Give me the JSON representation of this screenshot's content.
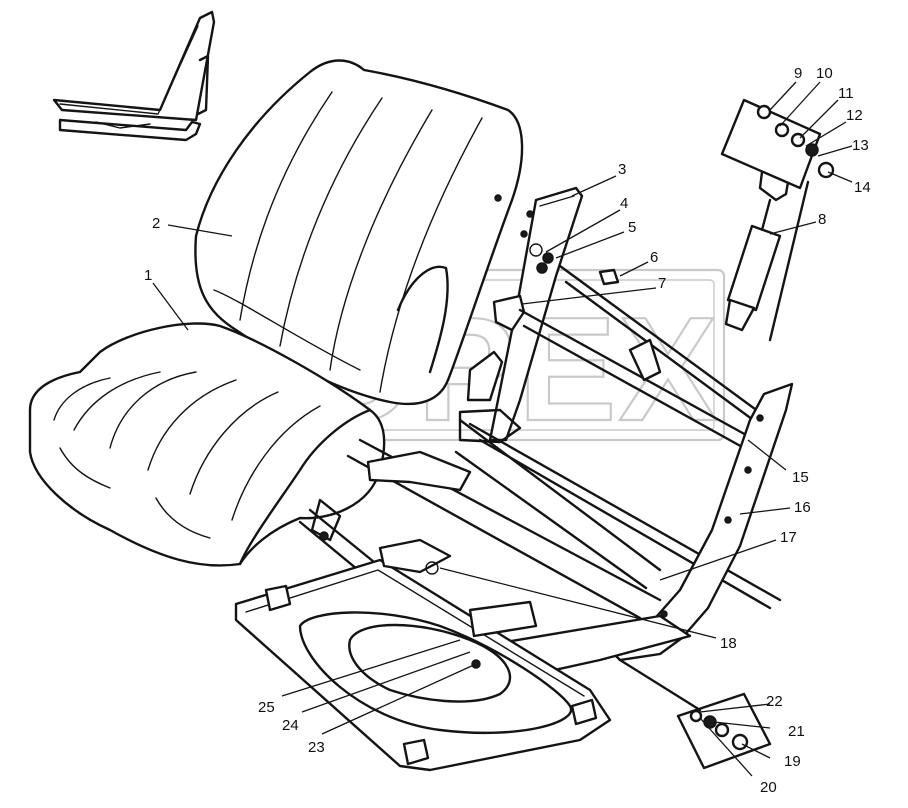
{
  "watermark": {
    "text": "OPEX",
    "color": "#c9c9c9"
  },
  "callouts": [
    {
      "num": "1"
    },
    {
      "num": "2"
    },
    {
      "num": "3"
    },
    {
      "num": "4"
    },
    {
      "num": "5"
    },
    {
      "num": "6"
    },
    {
      "num": "7"
    },
    {
      "num": "8"
    },
    {
      "num": "9"
    },
    {
      "num": "10"
    },
    {
      "num": "11"
    },
    {
      "num": "12"
    },
    {
      "num": "13"
    },
    {
      "num": "14"
    },
    {
      "num": "15"
    },
    {
      "num": "16"
    },
    {
      "num": "17"
    },
    {
      "num": "18"
    },
    {
      "num": "19"
    },
    {
      "num": "20"
    },
    {
      "num": "21"
    },
    {
      "num": "22"
    },
    {
      "num": "23"
    },
    {
      "num": "24"
    },
    {
      "num": "25"
    }
  ],
  "colors": {
    "line": "#141414",
    "background": "#ffffff"
  }
}
